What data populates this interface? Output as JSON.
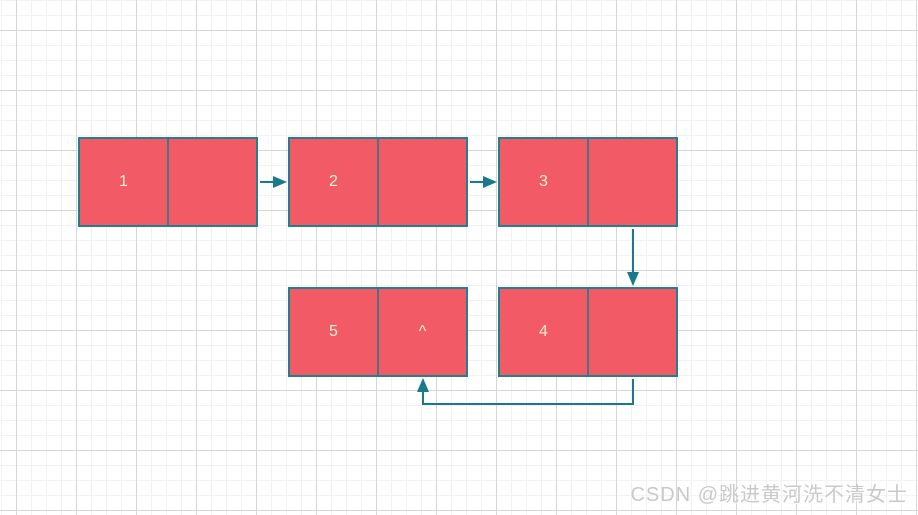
{
  "diagram": {
    "type": "singly-linked-list",
    "description": "Linked list of five two-cell nodes (data | next) drawn on a drawio grid",
    "nodes": [
      {
        "id": "node-1",
        "value": "1",
        "pointer": ""
      },
      {
        "id": "node-2",
        "value": "2",
        "pointer": ""
      },
      {
        "id": "node-3",
        "value": "3",
        "pointer": ""
      },
      {
        "id": "node-4",
        "value": "4",
        "pointer": ""
      },
      {
        "id": "node-5",
        "value": "5",
        "pointer": "^"
      }
    ],
    "edges": [
      {
        "from": "node-1",
        "to": "node-2",
        "style": "straight-right"
      },
      {
        "from": "node-2",
        "to": "node-3",
        "style": "straight-right"
      },
      {
        "from": "node-3",
        "to": "node-4",
        "style": "straight-down"
      },
      {
        "from": "node-4",
        "to": "node-5",
        "style": "orthogonal-loop-back"
      }
    ],
    "colors": {
      "node_fill": "#f25b66",
      "node_stroke": "#217f90",
      "cell_divider": "#4a7384",
      "arrow": "#1a7a8c",
      "node_text": "#fbf3d5",
      "grid_minor": "#f2f2f2",
      "grid_major": "#d6d6d6",
      "background": "#ffffff"
    }
  },
  "watermark": {
    "text": "CSDN @跳进黄河洗不清女士"
  }
}
